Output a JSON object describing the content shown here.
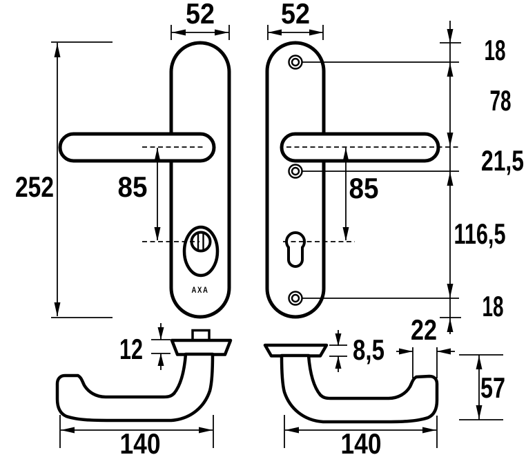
{
  "brand_label": "AXA",
  "dims": {
    "plate_width_left": "52",
    "plate_width_right": "52",
    "total_height": "252",
    "handle_to_cylinder_left": "85",
    "handle_to_cylinder_right": "85",
    "top_to_screw": "18",
    "screw_to_handle": "78",
    "handle_to_screw2": "21,5",
    "screw2_to_screw3": "116,5",
    "screw3_to_bottom": "18",
    "rose_thickness": "12",
    "plate_thickness": "8,5",
    "grip_diameter": "22",
    "projection": "57",
    "handle_length_left": "140",
    "handle_length_right": "140"
  }
}
